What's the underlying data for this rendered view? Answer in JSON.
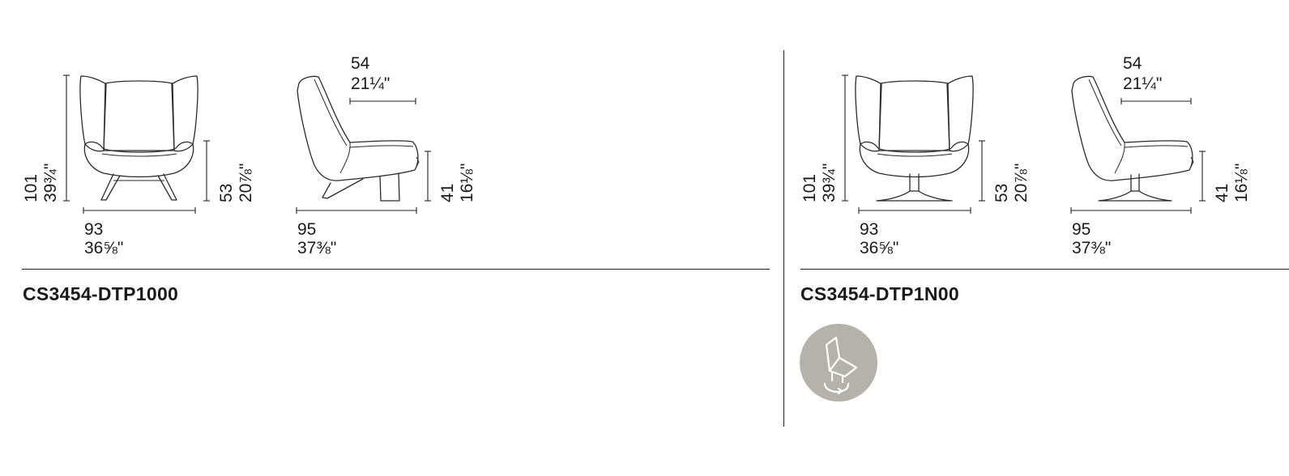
{
  "models": [
    {
      "code": "CS3454-DTP1000",
      "front_view": {
        "height_cm": "101",
        "height_in": "39¾\"",
        "width_cm": "93",
        "width_in": "36⅝\"",
        "seat_cm": "53",
        "seat_in": "20⅞\""
      },
      "side_view": {
        "top_cm": "54",
        "top_in": "21¼\"",
        "depth_cm": "95",
        "depth_in": "37⅜\"",
        "seat_cm": "41",
        "seat_in": "16⅛\""
      },
      "base": "legs"
    },
    {
      "code": "CS3454-DTP1N00",
      "front_view": {
        "height_cm": "101",
        "height_in": "39¾\"",
        "width_cm": "93",
        "width_in": "36⅝\"",
        "seat_cm": "53",
        "seat_in": "20⅞\""
      },
      "side_view": {
        "top_cm": "54",
        "top_in": "21¼\"",
        "depth_cm": "95",
        "depth_in": "37⅜\"",
        "seat_cm": "41",
        "seat_in": "16⅛\""
      },
      "base": "swivel",
      "badge_icon": "swivel-chair-icon"
    }
  ],
  "colors": {
    "line": "#222222",
    "badge": "#b4b2ab"
  }
}
